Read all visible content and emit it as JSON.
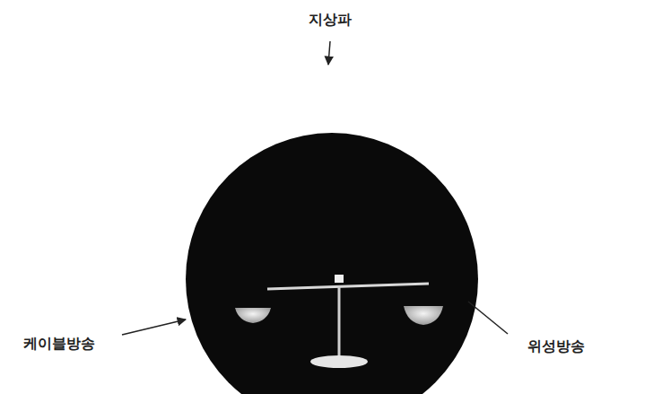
{
  "diagram": {
    "labels": [
      "지상파",
      "케이블방송",
      "위성방송"
    ]
  }
}
